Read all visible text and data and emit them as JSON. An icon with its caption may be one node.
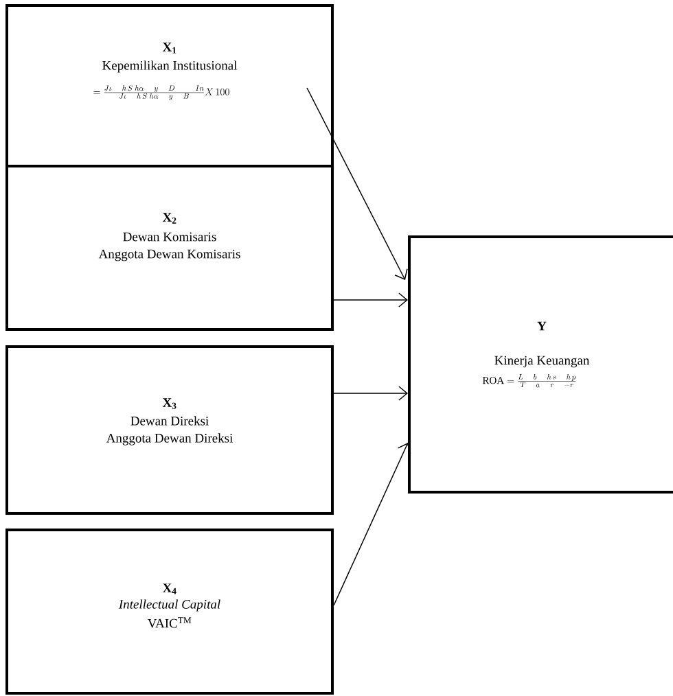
{
  "diagram": {
    "nodes": [
      {
        "text": [
          "X$_{1}$",
          "Kepemilikan Institusional",
          "= \\frac{J\\iota \\quad h\\,S\\; h\\alpha \\quad y \\quad D \\quad\\quad In}{J\\iota \\quad h\\,S\\; h\\alpha \\quad y \\quad B} X\\,100"
        ]
      },
      {
        "text": [
          "X$_{2}$",
          "Dewan Komisaris",
          "Anggota Dewan Komisaris"
        ]
      },
      {
        "text": [
          "X$_{3}$",
          "Dewan Direksi",
          "Anggota Dewan Direksi"
        ]
      },
      {
        "text": [
          "X$_{4}$",
          "Intellectual Capital",
          "VAIC$^{TM}$"
        ]
      },
      {
        "text": [
          "Y",
          "Kinerja Keuangan",
          "\\mathrm{ROA} = \\frac{L \\quad b \\quad h\\,s \\quad h\\,p}{T \\quad a \\quad r \\quad -r}"
        ]
      }
    ],
    "edges": [
      {
        "from": 0,
        "to": 4,
        "arrow": "to"
      },
      {
        "from": 1,
        "to": 4,
        "arrow": "to"
      },
      {
        "from": 2,
        "to": 4,
        "arrow": "to"
      },
      {
        "from": 3,
        "to": 4,
        "arrow": "to"
      }
    ]
  }
}
